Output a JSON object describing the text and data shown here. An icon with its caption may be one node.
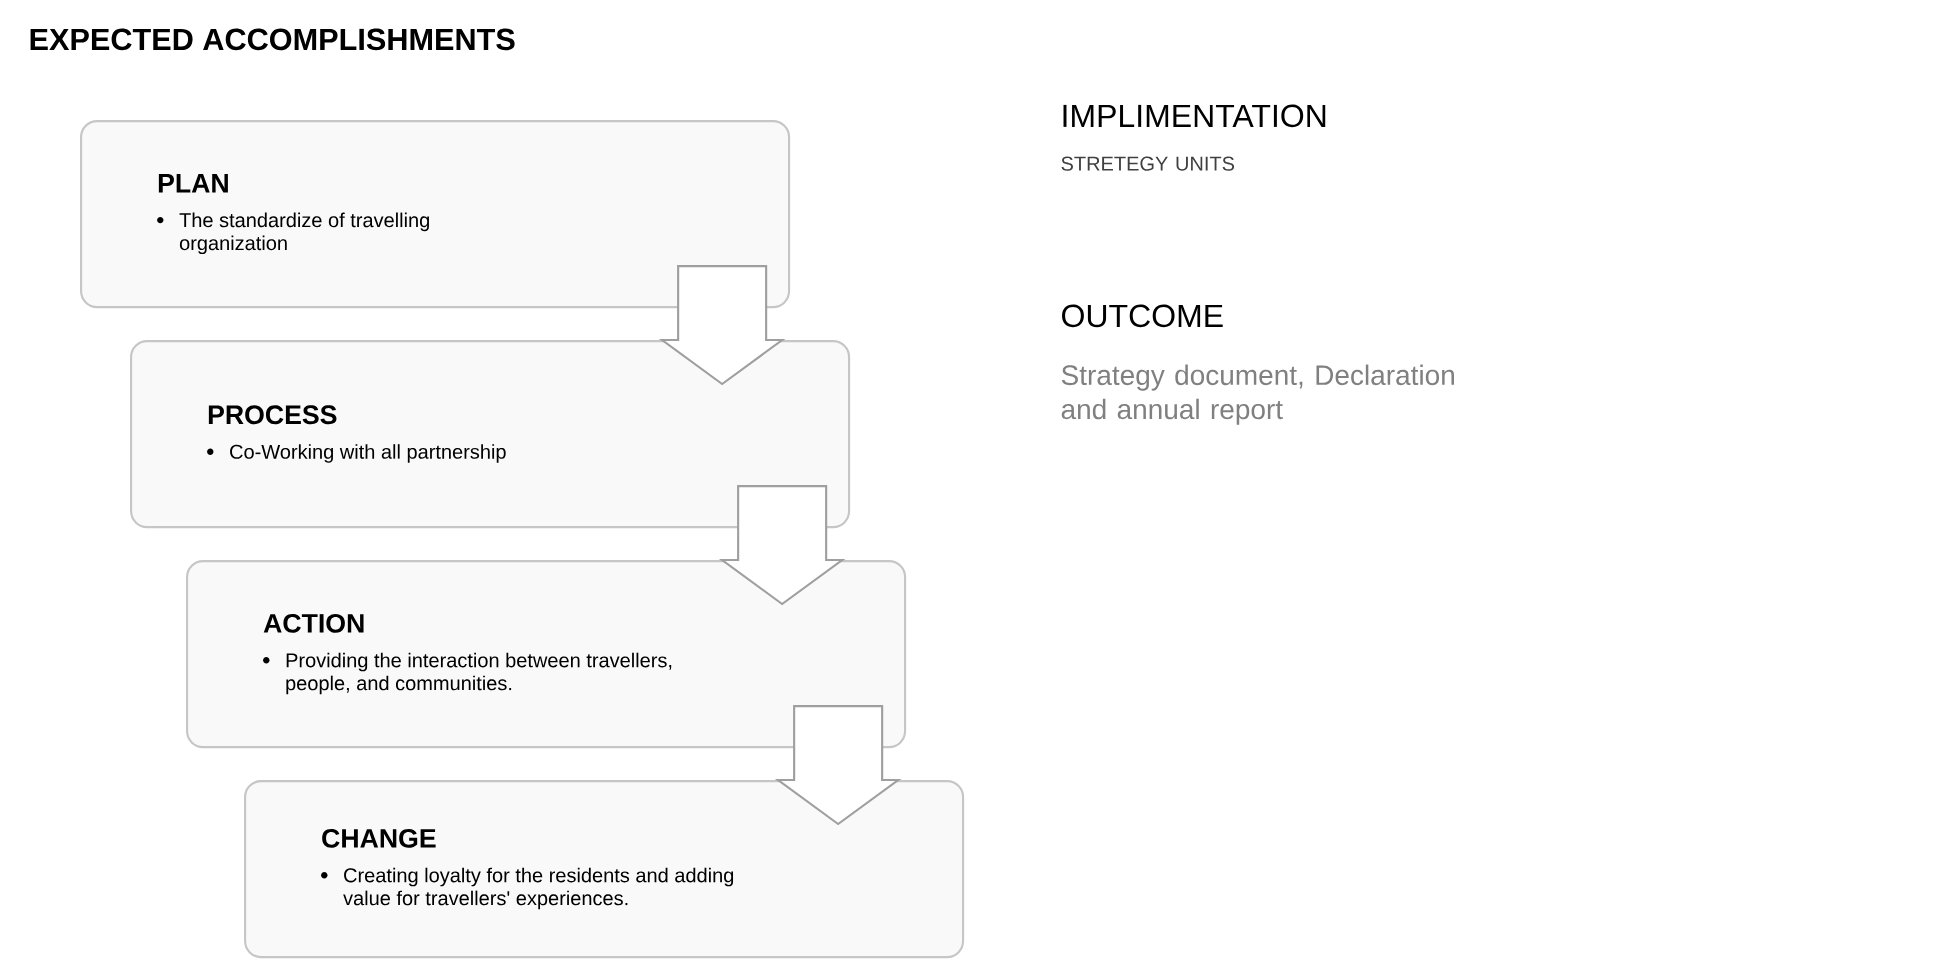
{
  "diagram": {
    "title": "EXPECTED ACCOMPLISHMENTS",
    "nodes": [
      {
        "text": [
          "PLAN",
          "The standardize of travelling organization"
        ]
      },
      {
        "text": [
          "PROCESS",
          "Co-Working with all partnership"
        ]
      },
      {
        "text": [
          "ACTION",
          "Providing the interaction between travellers, people, and communities."
        ]
      },
      {
        "text": [
          "CHANGE",
          "Creating loyalty for the residents and adding value for travellers' experiences."
        ]
      }
    ],
    "edges": [
      {
        "from": 0,
        "to": 1,
        "arrow": "to"
      },
      {
        "from": 1,
        "to": 2,
        "arrow": "to"
      },
      {
        "from": 2,
        "to": 3,
        "arrow": "to"
      }
    ],
    "labels": [
      "IMPLIMENTATION",
      "STRETEGY UNITS",
      "OUTCOME",
      "Strategy document, Declaration and annual report"
    ]
  }
}
